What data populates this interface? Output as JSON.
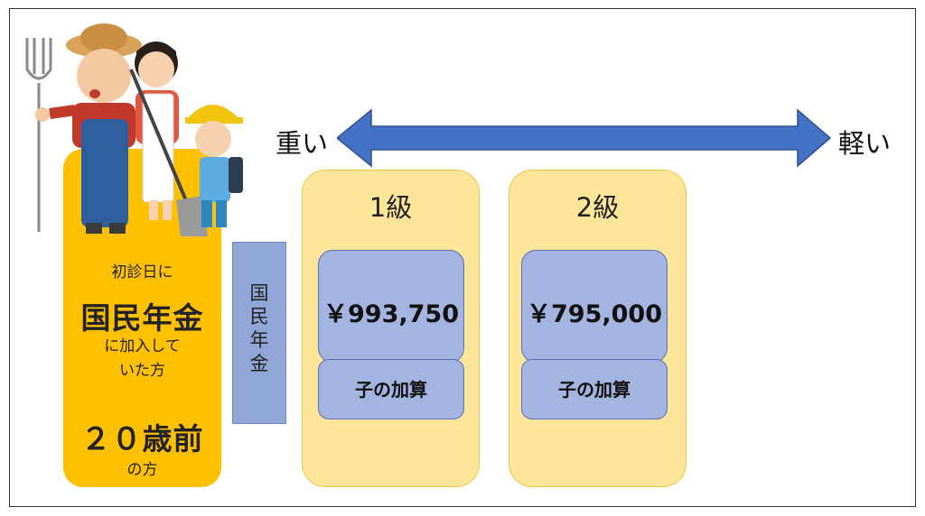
{
  "left_panel": {
    "line1": "初診日に",
    "line2": "国民年金",
    "line3": "に加入して",
    "line4": "いた方",
    "line5": "２０歳前",
    "line6": "の方"
  },
  "kokumin_label": "国民年金",
  "scale": {
    "heavy": "重い",
    "light": "軽い"
  },
  "grades": [
    {
      "title": "1級",
      "amount": "￥993,750",
      "addition": "子の加算"
    },
    {
      "title": "2級",
      "amount": "￥795,000",
      "addition": "子の加算"
    }
  ],
  "colors": {
    "left_panel": "#ffc000",
    "grade_box": "#fde59a",
    "amount_box": "#a4b4e0",
    "arrow": "#4472c4"
  },
  "icons": {
    "illustration": "farmer-family-illustration",
    "scale_arrow": "double-headed-arrow"
  }
}
